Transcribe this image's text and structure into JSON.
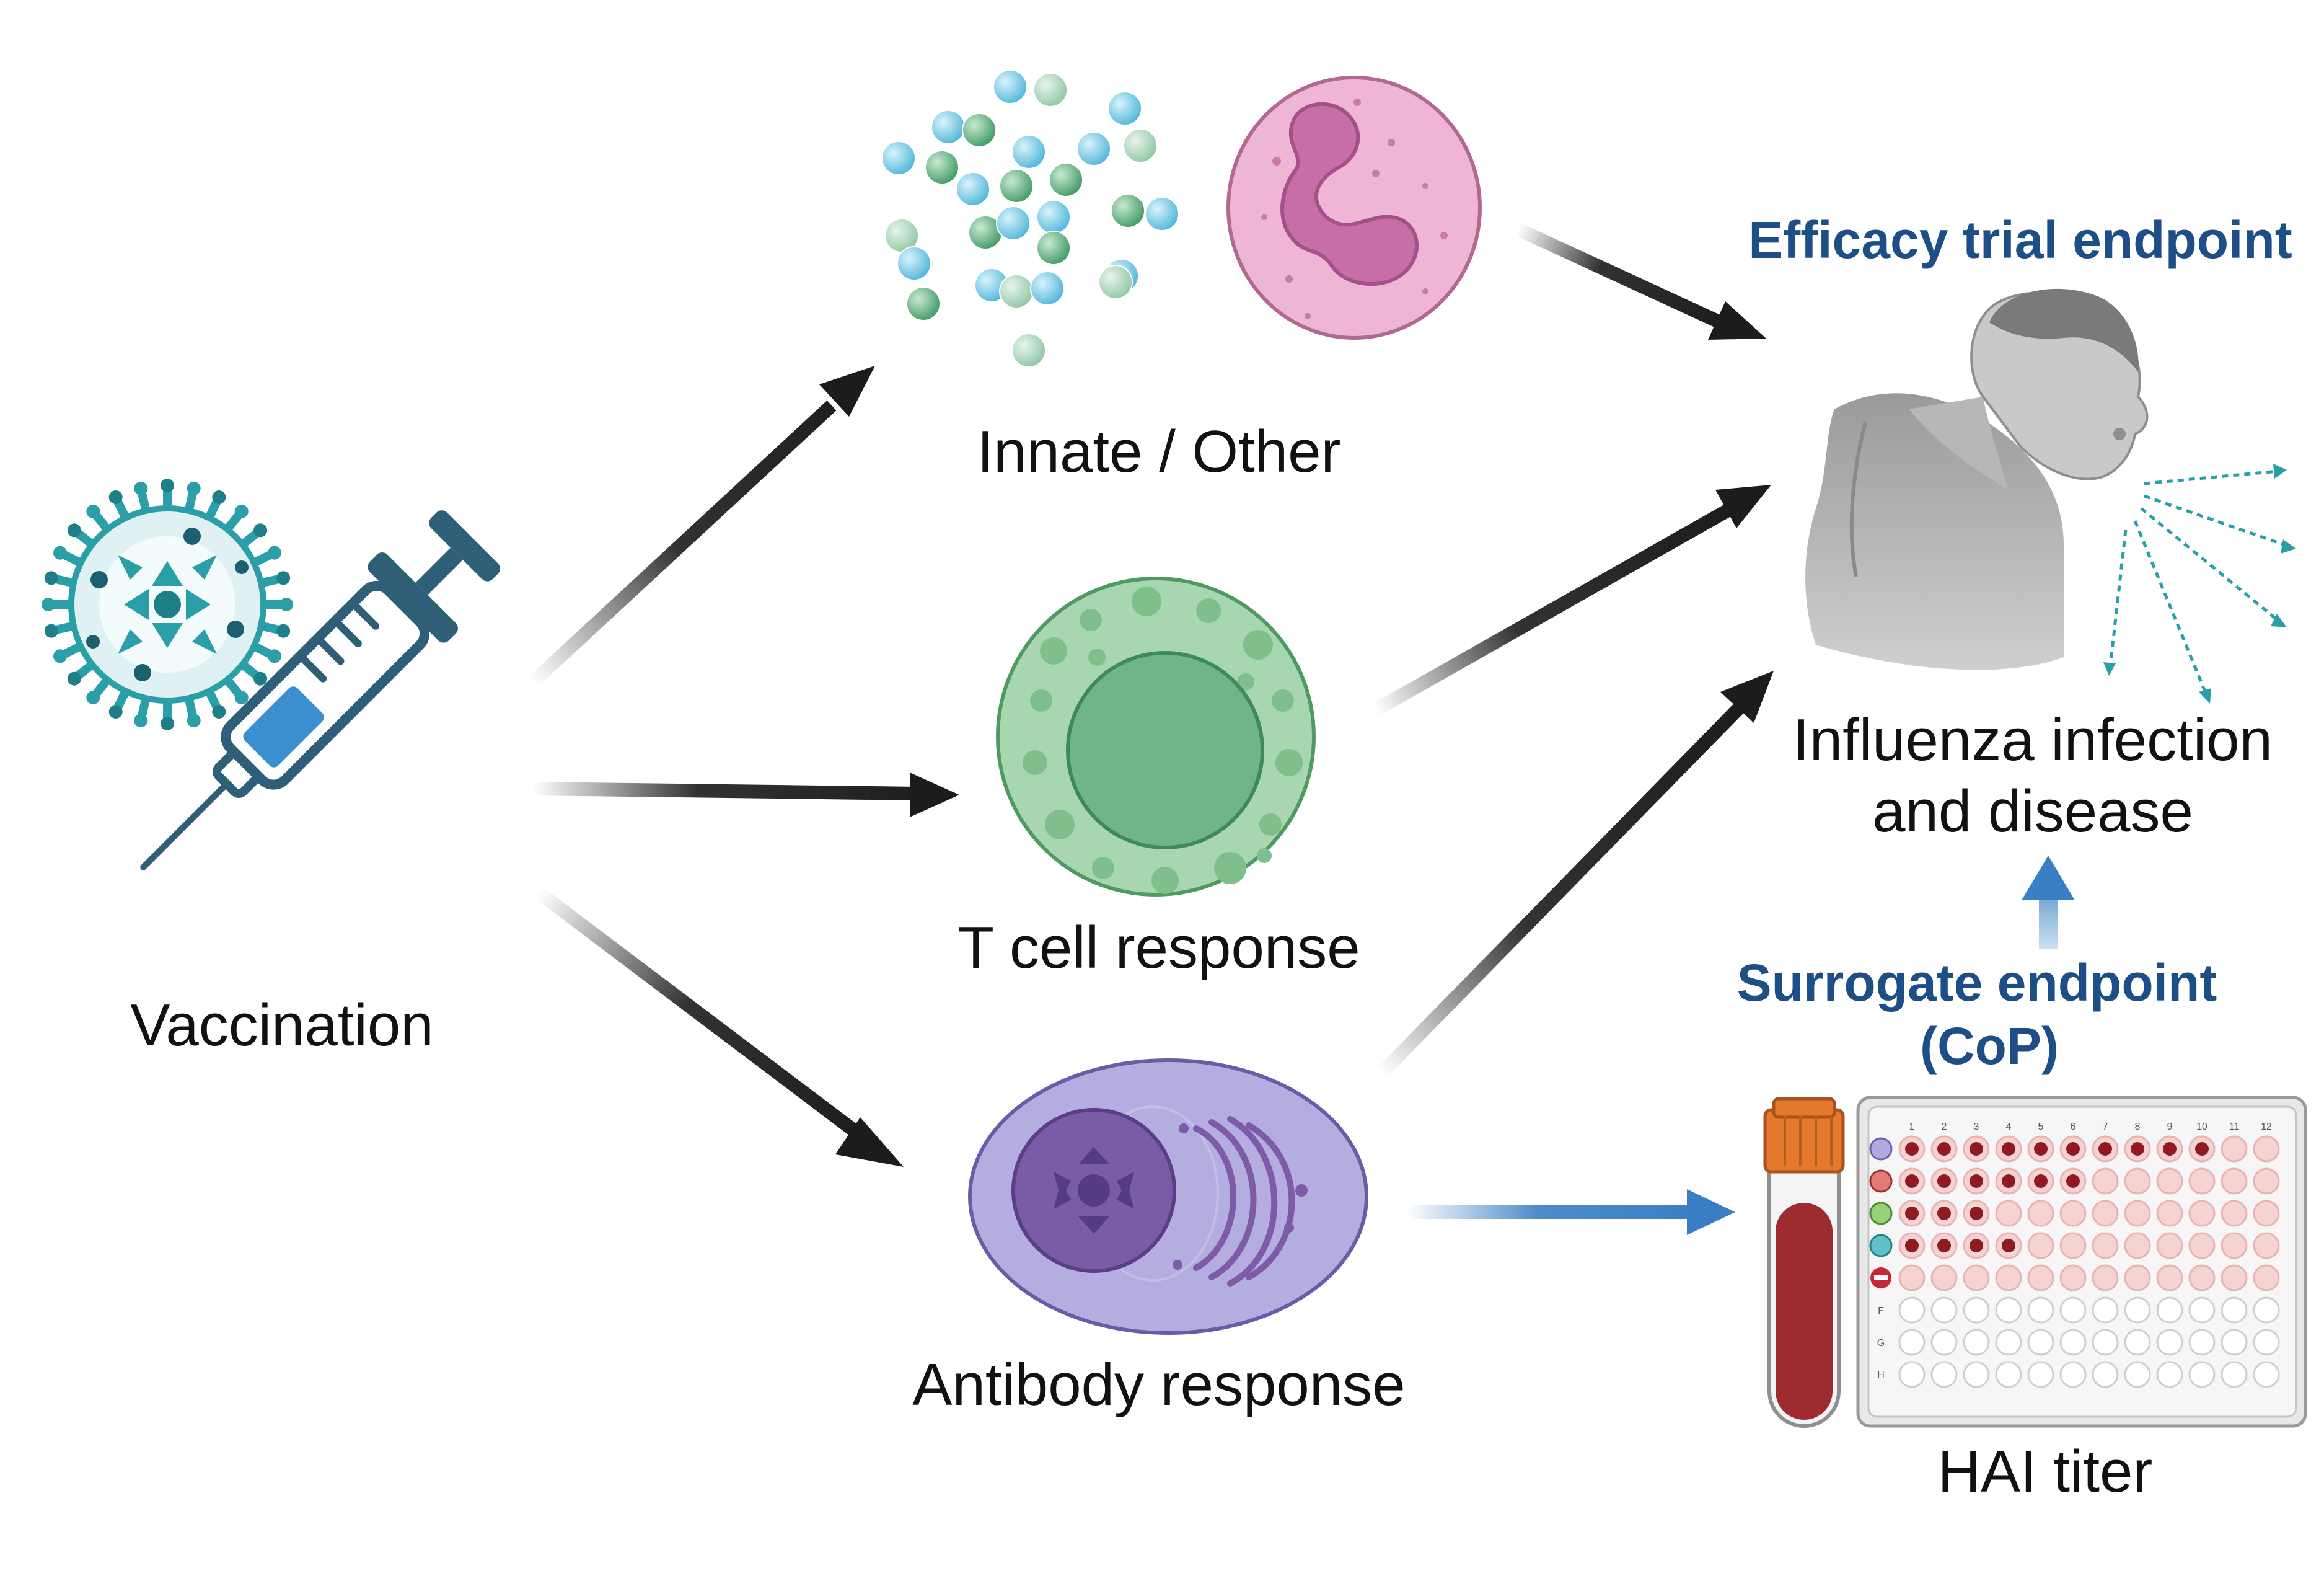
{
  "labels": {
    "vaccination": "Vaccination",
    "innate": "Innate / Other",
    "tcell": "T cell response",
    "antibody": "Antibody response",
    "infection_line1": "Influenza infection",
    "infection_line2": "and disease",
    "hai": "HAI titer"
  },
  "endpoints": {
    "efficacy": "Efficacy trial endpoint",
    "surrogate_line1": "Surrogate endpoint",
    "surrogate_line2": "(CoP)"
  },
  "plate": {
    "column_labels": [
      "1",
      "2",
      "3",
      "4",
      "5",
      "6",
      "7",
      "8",
      "9",
      "10",
      "11",
      "12"
    ],
    "row_labels": [
      "F",
      "G",
      "H"
    ],
    "filled_per_row": [
      10,
      6,
      3,
      4
    ]
  },
  "colors": {
    "arrow_dark": "#1c1c1c",
    "arrow_blue": "#3a7fc4",
    "endpoint_text": "#1d4f86",
    "syringe": "#2f5f78",
    "syringe_fill": "#3a8fcf",
    "virus": "#2a9fa8",
    "neutrophil": "#e8a9cc",
    "tcell": "#9fcfa6",
    "bcell": "#a9a3d8",
    "blood": "#9e2b2f",
    "well_red": "#8e1b22",
    "well_pink": "#f2c9c9"
  },
  "icons": [
    "virus-icon",
    "syringe-icon",
    "granules-icon",
    "neutrophil-icon",
    "t-cell-icon",
    "b-cell-icon",
    "sick-person-icon",
    "blood-tube-icon",
    "hai-plate-icon"
  ]
}
